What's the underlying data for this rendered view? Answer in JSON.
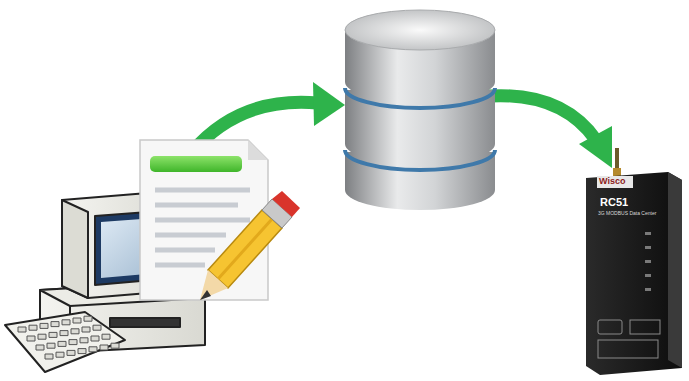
{
  "diagram": {
    "labels": [
      "Wisco",
      "RC51",
      "3G MODBUS Data Center"
    ]
  }
}
